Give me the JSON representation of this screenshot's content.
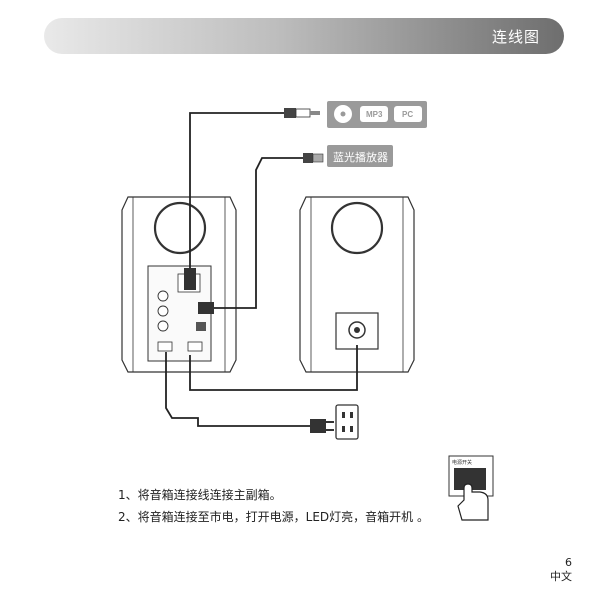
{
  "header": {
    "title": "连线图"
  },
  "sources": {
    "media_label": "MP3",
    "pc_label": "PC",
    "bluetooth_label": "蓝光播放器"
  },
  "power_switch_label": "电源开关",
  "steps": [
    "1、将音箱连接线连接主副箱。",
    "2、将音箱连接至市电，打开电源，LED灯亮，音箱开机 。"
  ],
  "footer": {
    "page_number": "6",
    "language": "中文"
  },
  "colors": {
    "line": "#222222",
    "dark_cable": "#1e1e1e"
  }
}
